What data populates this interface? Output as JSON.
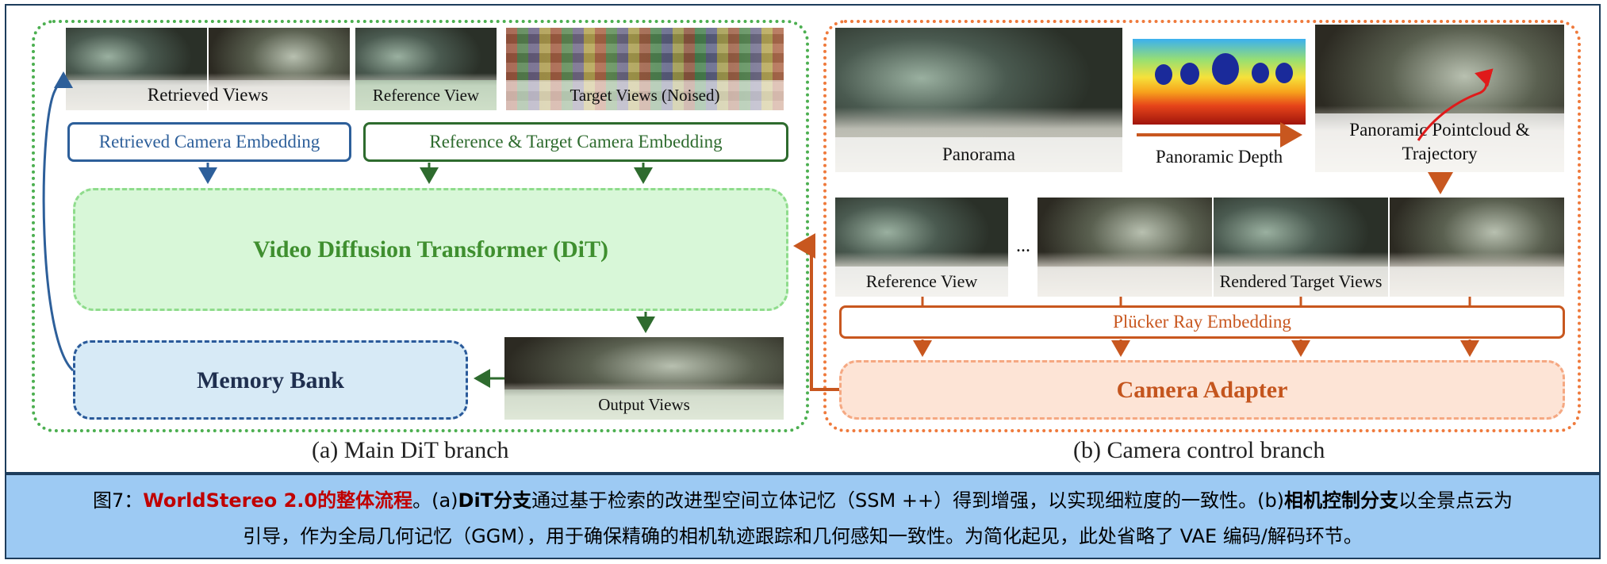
{
  "main_branch": {
    "label": "(a) Main DiT branch",
    "retrieved_views": "Retrieved Views",
    "reference_view": "Reference View",
    "target_views": "Target Views (Noised)",
    "retrieved_embedding": "Retrieved Camera Embedding",
    "ref_target_embedding": "Reference & Target Camera Embedding",
    "dit": "Video Diffusion Transformer (DiT)",
    "memory_bank": "Memory Bank",
    "output_views": "Output Views"
  },
  "camera_branch": {
    "label": "(b) Camera control branch",
    "panorama": "Panorama",
    "panoramic_depth": "Panoramic Depth",
    "pointcloud_line1": "Panoramic Pointcloud &",
    "pointcloud_line2": "Trajectory",
    "reference_view": "Reference View",
    "ellipsis": "...",
    "rendered_target_views": "Rendered Target Views",
    "plucker": "Plücker Ray Embedding",
    "camera_adapter": "Camera Adapter"
  },
  "caption": {
    "fig_no": "图7：",
    "title_red": "WorldStereo 2.0的整体流程",
    "p1": "。(a)",
    "b1": "DiT分支",
    "p2": "通过基于检索的改进型空间立体记忆（SSM ++）得到增强，以实现细粒度的一致性。(b)",
    "b2": "相机控制分支",
    "p3": "以全景点云为",
    "line2": "引导，作为全局几何记忆（GGM），用于确保精确的相机轨迹跟踪和几何感知一致性。为简化起见，此处省略了 VAE 编码/解码环节。"
  },
  "colors": {
    "green_dark": "#2e6b2e",
    "blue_dark": "#2d5f9a",
    "orange": "#c8571f",
    "caption_bg": "#9dcaf3",
    "caption_red": "#c00000"
  }
}
